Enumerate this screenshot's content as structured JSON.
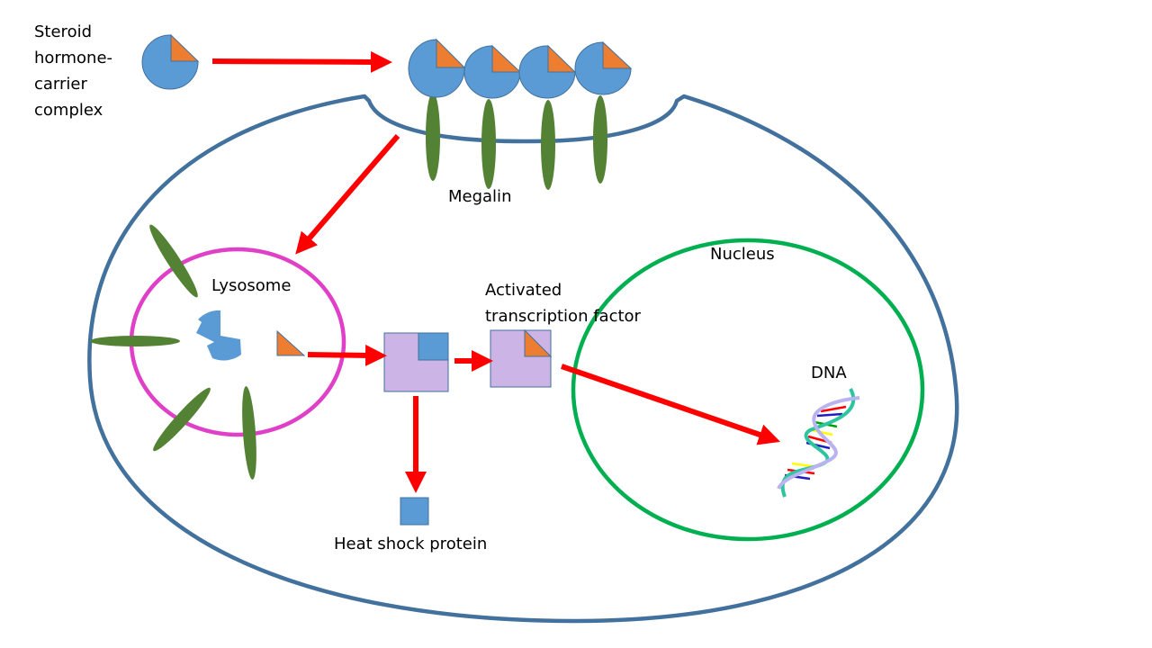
{
  "title": "Steroid hormone uptake via megalin endocytosis",
  "labels": {
    "steroid_complex": "Steroid\nhormone-\ncarrier\ncomplex",
    "megalin": "Megalin",
    "lysosome": "Lysosome",
    "nucleus": "Nucleus",
    "activated_tf": "Activated\ntranscription factor",
    "dna": "DNA",
    "heat_shock": "Heat shock protein"
  },
  "colors": {
    "cell_membrane": "#41719c",
    "carrier": "#5b9bd5",
    "hormone": "#ed7d31",
    "megalin": "#548235",
    "lysosome": "#e040c8",
    "nucleus": "#00b050",
    "arrow": "#ff0000",
    "transcription_factor": "#cdb4e6",
    "shape_outline": "#41719c",
    "dna_backbone": "#2ec4a0",
    "dna_strand": "#b9b3f0"
  },
  "steps": [
    {
      "from": "Steroid hormone-carrier complex",
      "to": "Megalin"
    },
    {
      "from": "Megalin",
      "to": "Lysosome"
    },
    {
      "from": "Lysosome",
      "to": "Hormone-HSP-transcription factor complex"
    },
    {
      "from": "Hormone-HSP-transcription factor complex",
      "to": "Activated transcription factor"
    },
    {
      "from": "Hormone-HSP-transcription factor complex",
      "to": "Heat shock protein"
    },
    {
      "from": "Activated transcription factor",
      "to": "DNA"
    }
  ]
}
